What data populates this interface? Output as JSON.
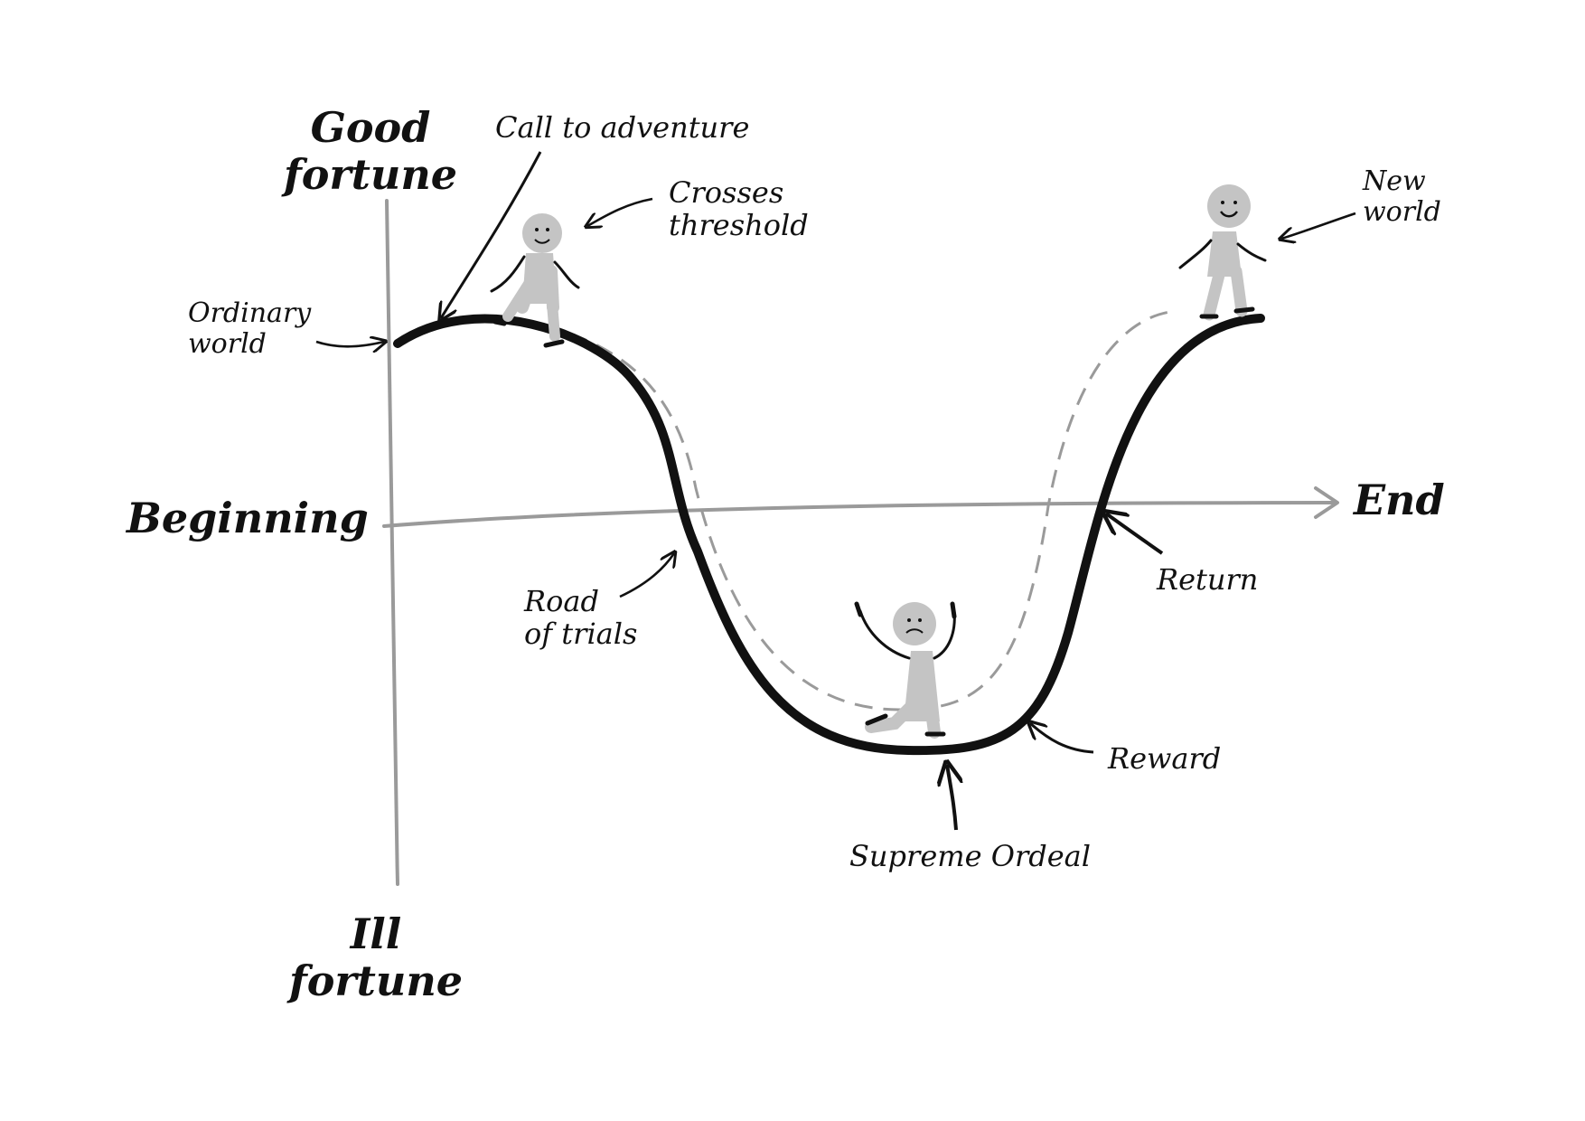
{
  "axis": {
    "y_top": [
      "Good",
      "fortune"
    ],
    "y_bottom": [
      "Ill",
      "fortune"
    ],
    "x_left": "Beginning",
    "x_right": "End"
  },
  "stages": {
    "ordinary_world": [
      "Ordinary",
      "world"
    ],
    "call_to_adventure": "Call to adventure",
    "crosses_threshold": [
      "Crosses",
      "threshold"
    ],
    "road_of_trials": [
      "Road",
      "of trials"
    ],
    "supreme_ordeal": "Supreme Ordeal",
    "reward": "Reward",
    "return": "Return",
    "new_world": [
      "New",
      "world"
    ]
  },
  "colors": {
    "ink": "#111111",
    "axis": "#9a9a9a",
    "dashed": "#9a9a9a",
    "figure": "#c4c4c4"
  }
}
